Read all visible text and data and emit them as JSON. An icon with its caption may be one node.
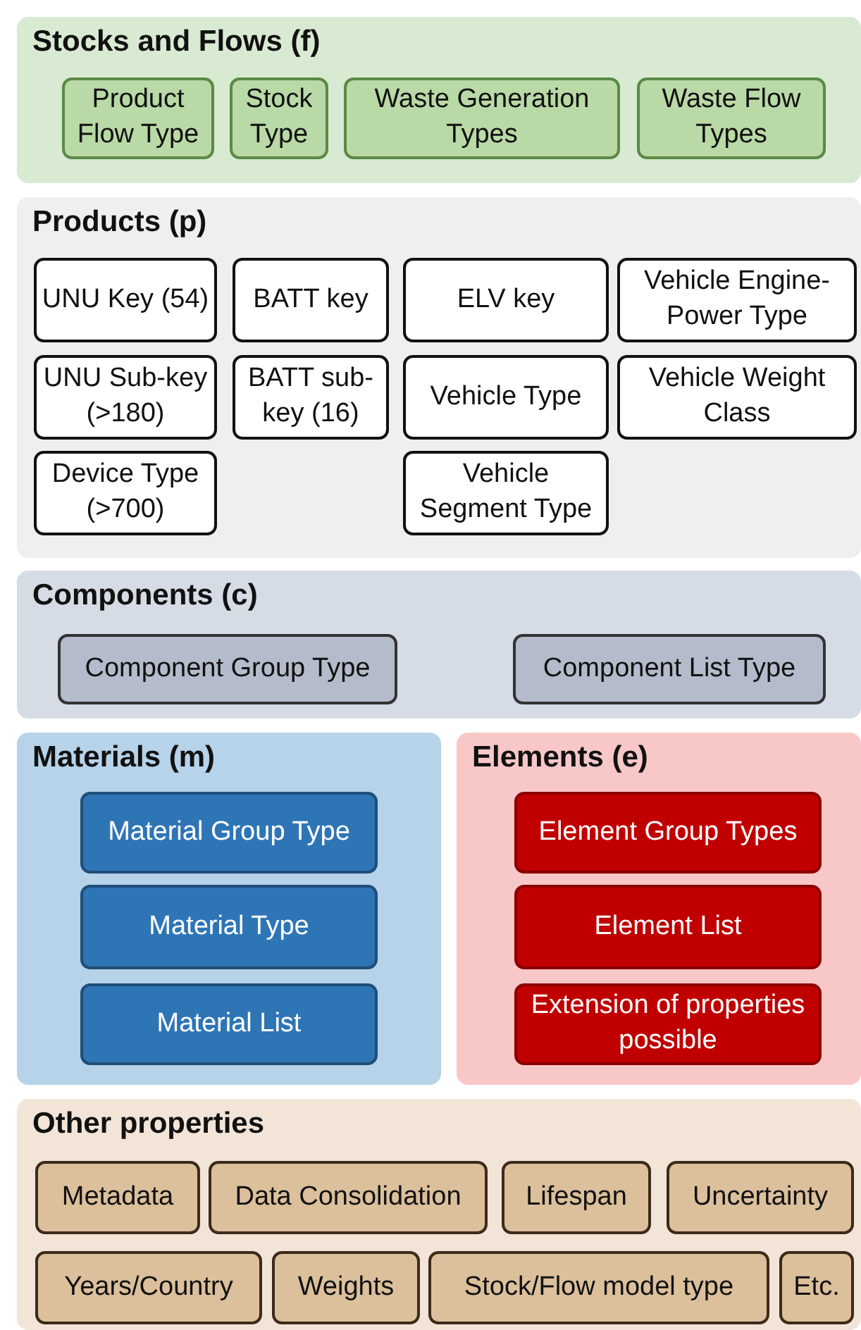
{
  "diagram": {
    "nodes": [
      {
        "text": [
          "Stocks and Flows (f)"
        ]
      },
      {
        "text": [
          "Product Flow Type"
        ],
        "in": 0
      },
      {
        "text": [
          "Stock Type"
        ],
        "in": 0
      },
      {
        "text": [
          "Waste Generation Types"
        ],
        "in": 0
      },
      {
        "text": [
          "Waste Flow Types"
        ],
        "in": 0
      },
      {
        "text": [
          "Products (p)"
        ]
      },
      {
        "text": [
          "UNU Key (54)"
        ],
        "in": 5
      },
      {
        "text": [
          "BATT key"
        ],
        "in": 5
      },
      {
        "text": [
          "ELV key"
        ],
        "in": 5
      },
      {
        "text": [
          "Vehicle Engine-Power Type"
        ],
        "in": 5
      },
      {
        "text": [
          "UNU Sub-key (>180)"
        ],
        "in": 5
      },
      {
        "text": [
          "BATT sub-key (16)"
        ],
        "in": 5
      },
      {
        "text": [
          "Vehicle Type"
        ],
        "in": 5
      },
      {
        "text": [
          "Vehicle Weight Class"
        ],
        "in": 5
      },
      {
        "text": [
          "Device Type (>700)"
        ],
        "in": 5
      },
      {
        "text": [
          "Vehicle Segment Type"
        ],
        "in": 5
      },
      {
        "text": [
          "Components (c)"
        ]
      },
      {
        "text": [
          "Component Group Type"
        ],
        "in": 16
      },
      {
        "text": [
          "Component List Type"
        ],
        "in": 16
      },
      {
        "text": [
          "Materials (m)"
        ]
      },
      {
        "text": [
          "Material Group Type"
        ],
        "in": 19
      },
      {
        "text": [
          "Material Type"
        ],
        "in": 19
      },
      {
        "text": [
          "Material List"
        ],
        "in": 19
      },
      {
        "text": [
          "Elements (e)"
        ]
      },
      {
        "text": [
          "Element Group Types"
        ],
        "in": 23
      },
      {
        "text": [
          "Element List"
        ],
        "in": 23
      },
      {
        "text": [
          "Extension of properties possible"
        ],
        "in": 23
      },
      {
        "text": [
          "Other properties"
        ]
      },
      {
        "text": [
          "Metadata"
        ],
        "in": 27
      },
      {
        "text": [
          "Data Consolidation"
        ],
        "in": 27
      },
      {
        "text": [
          "Lifespan"
        ],
        "in": 27
      },
      {
        "text": [
          "Uncertainty"
        ],
        "in": 27
      },
      {
        "text": [
          "Years/Country"
        ],
        "in": 27
      },
      {
        "text": [
          "Weights"
        ],
        "in": 27
      },
      {
        "text": [
          "Stock/Flow model type"
        ],
        "in": 27
      },
      {
        "text": [
          "Etc."
        ],
        "in": 27
      }
    ],
    "edges": []
  }
}
